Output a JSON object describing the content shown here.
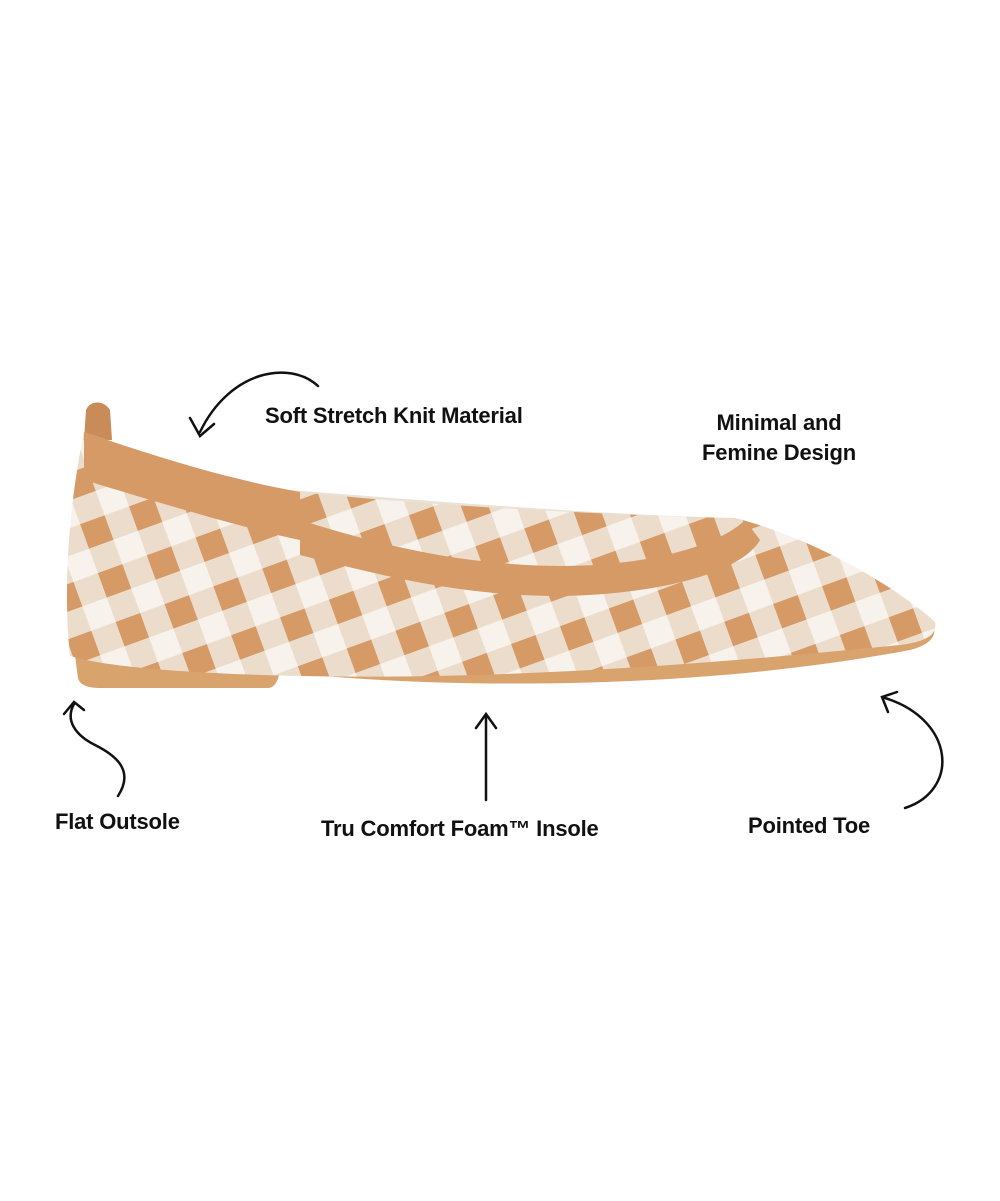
{
  "colors": {
    "tan": "#d59a66",
    "cream": "#f3ece2",
    "sole": "#d9a36d",
    "ink": "#111111"
  },
  "callouts": {
    "knit": "Soft Stretch Knit Material",
    "design_line1": "Minimal and",
    "design_line2": "Femine Design",
    "outsole": "Flat Outsole",
    "insole": "Tru Comfort Foam™ Insole",
    "toe": "Pointed Toe"
  }
}
